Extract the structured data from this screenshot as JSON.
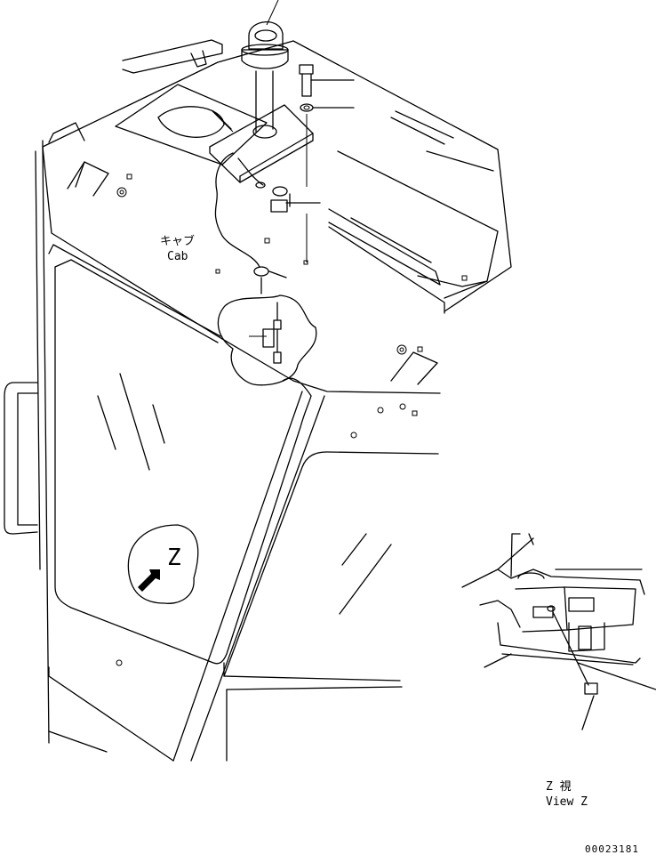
{
  "labels": {
    "cab_jp": "キャブ",
    "cab_en": "Cab",
    "detail_letter": "Z",
    "view_jp": "Z 視",
    "view_en": "View Z",
    "drawing_number": "00023181"
  }
}
